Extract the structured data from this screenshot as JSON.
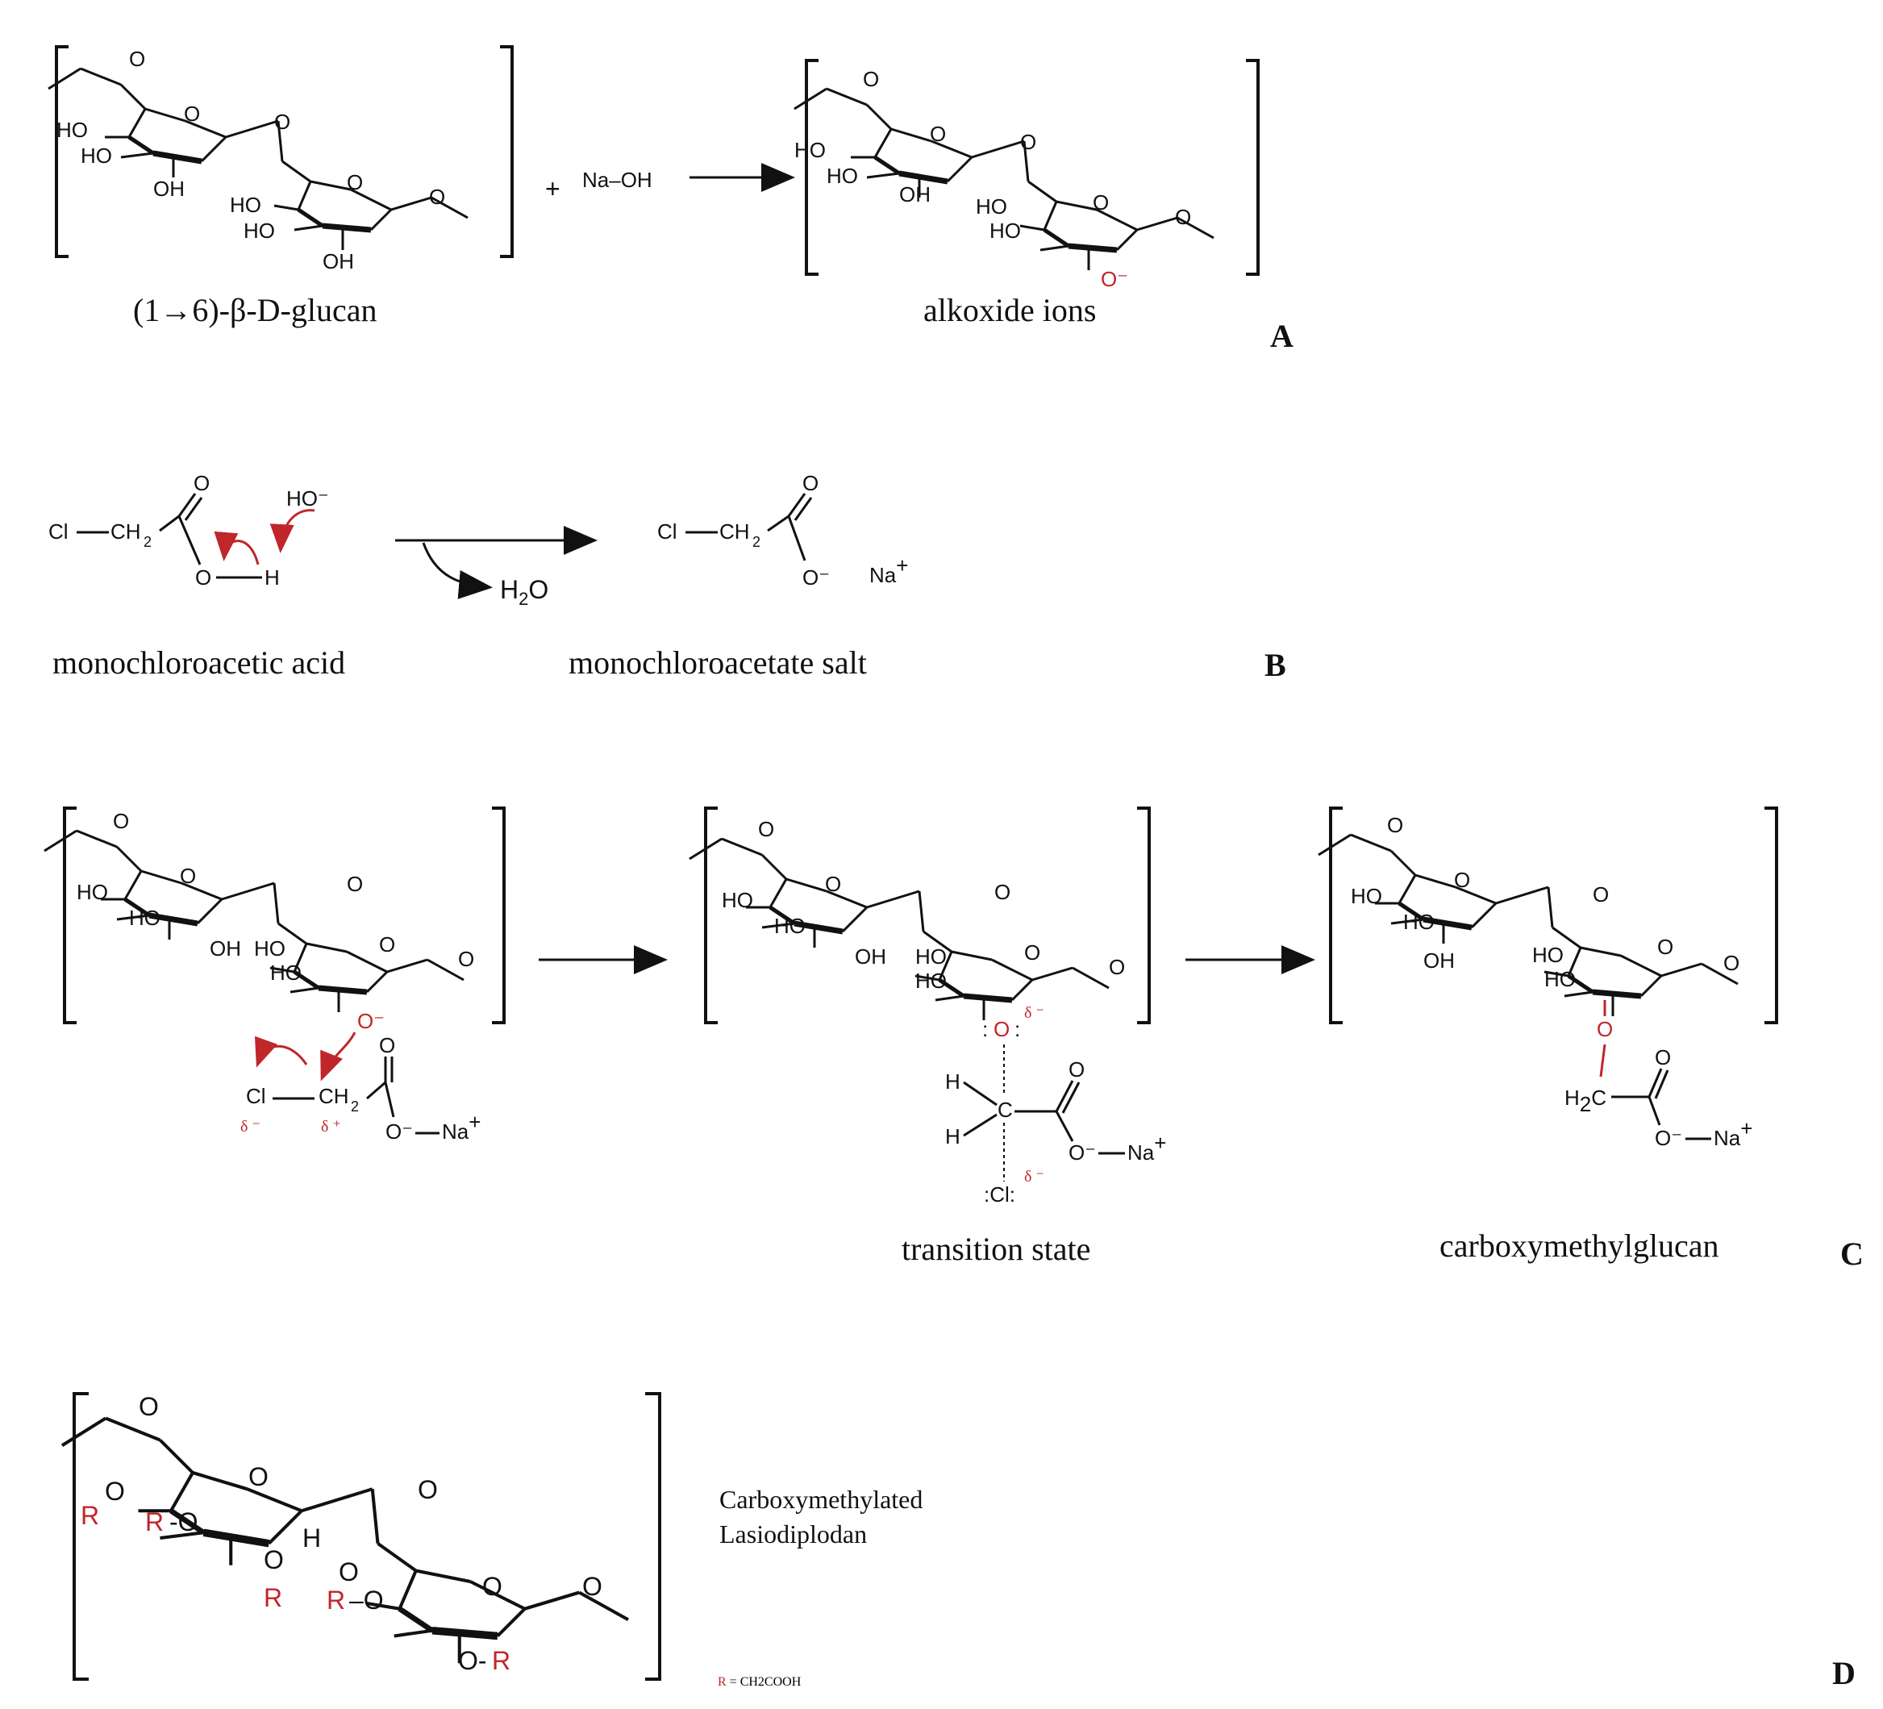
{
  "panels": {
    "a": {
      "label": "A",
      "reactant_caption": "(1→6)-β-D-glucan",
      "product_caption": "alkoxide ions",
      "plus": "+",
      "reagent": "Na–OH"
    },
    "b": {
      "label": "B",
      "reactant_caption": "monochloroacetic acid",
      "product_caption": "monochloroacetate salt",
      "byproduct": "H2O",
      "hydroxide": "HO⁻",
      "sodium": "Na+"
    },
    "c": {
      "label": "C",
      "transition_caption": "transition state",
      "product_caption": "carboxymethylglucan"
    },
    "d": {
      "label": "D",
      "caption_line1": "Carboxymethylated",
      "caption_line2": "Lasiodiplodan",
      "r_symbol": "R",
      "r_definition": " = CH2COOH"
    }
  },
  "colors": {
    "ink": "#111111",
    "highlight_red": "#c0262a"
  }
}
